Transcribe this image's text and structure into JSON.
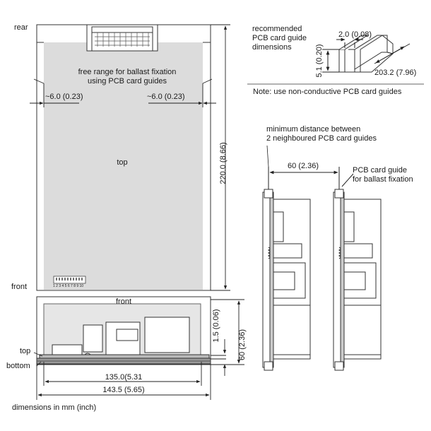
{
  "labels": {
    "rear": "rear",
    "front_left": "front",
    "top_center": "top",
    "top_left": "top",
    "bottom_left": "bottom",
    "front_panel": "front",
    "free_range": "free range for ballast fixation\nusing PCB card guides",
    "offset_left": "~6.0 (0.23)",
    "offset_right": "~6.0 (0.23)",
    "length": "220.0 (8.66)",
    "thickness": "1.5 (0.06)",
    "height": "60 (2.36)",
    "width_inner": "135.0(5.31",
    "width_outer": "143.5 (5.65)",
    "units_note": "dimensions in mm (inch)",
    "dip_switch": "1 2 3 4 5 6 7 8 9 10"
  },
  "guide_detail": {
    "title": "recommended\nPCB card guide\ndimensions",
    "slot_width": "2.0 (0.08)",
    "slot_height": "5.1 (0.20)",
    "guide_length": "203.2 (7.96)",
    "note": "Note: use non-conductive PCB card guides"
  },
  "spacing_detail": {
    "title": "minimum distance between\n2 neighboured PCB card guides",
    "distance": "60 (2.36)",
    "guide_label": "PCB card guide\nfor ballast fixation"
  }
}
